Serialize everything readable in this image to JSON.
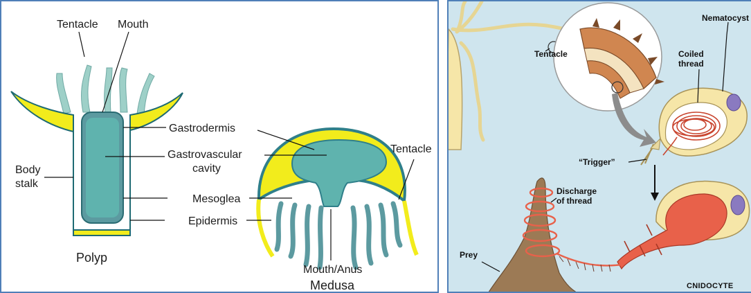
{
  "left_diagram": {
    "polyp_labels": {
      "tentacle": "Tentacle",
      "mouth": "Mouth",
      "body_stalk_line1": "Body",
      "body_stalk_line2": "stalk",
      "gastrodermis": "Gastrodermis",
      "gastrovascular_line1": "Gastrovascular",
      "gastrovascular_line2": "cavity",
      "mesoglea": "Mesoglea",
      "epidermis": "Epidermis",
      "title": "Polyp"
    },
    "medusa_labels": {
      "tentacle": "Tentacle",
      "mouth_anus": "Mouth/Anus",
      "title": "Medusa"
    },
    "colors": {
      "epidermis": "#f2ec1c",
      "gastrodermis": "#5c9aa0",
      "cavity": "#5fb3ae",
      "tentacle": "#9ed0c8"
    }
  },
  "right_diagram": {
    "labels": {
      "tentacle": "Tentacle",
      "nematocyst": "Nematocyst",
      "coiled_line1": "Coiled",
      "coiled_line2": "thread",
      "trigger": "“Trigger”",
      "discharge_line1": "Discharge",
      "discharge_line2": "of thread",
      "prey": "Prey",
      "cnidocyte": "CNIDOCYTE"
    },
    "colors": {
      "background": "#cfe5ee",
      "cell": "#f6e6a8",
      "thread": "#e8614a",
      "prey": "#9c7a55"
    }
  }
}
